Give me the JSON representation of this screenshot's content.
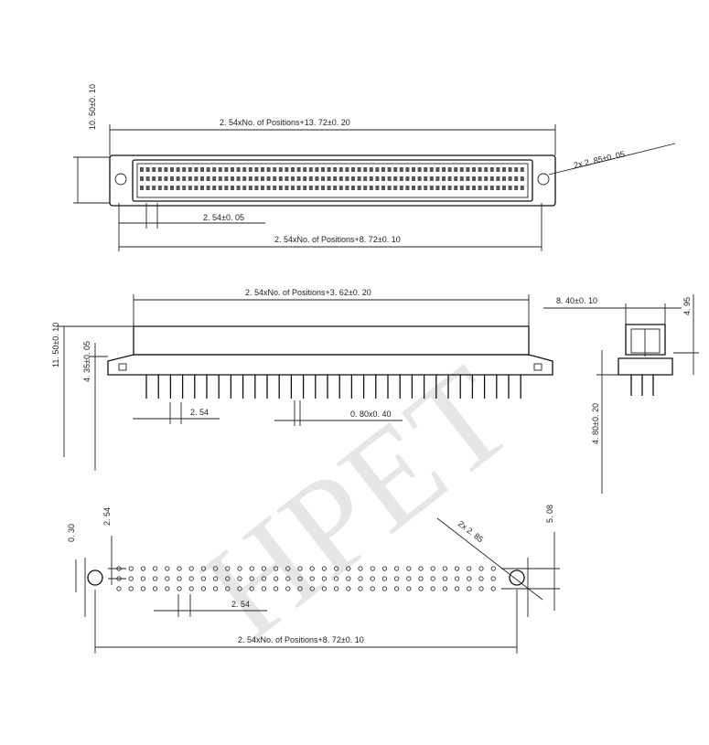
{
  "watermark": "HPET",
  "top_view": {
    "height_dim": "10. 50±0. 10",
    "overall_width_dim": "2. 54xNo. of Positions+13. 72±0. 20",
    "hole_dim": "2x 2. 85±0. 05",
    "pitch_dim": "2. 54±0. 05",
    "pin_span_dim": "2. 54xNo. of Positions+8. 72±0. 10"
  },
  "front_view": {
    "body_width_dim": "2. 54xNo. of Positions+3. 62±0. 20",
    "total_height_dim": "11. 50±0. 10",
    "flange_height_dim": "4. 35±0. 05",
    "pitch_dim": "2. 54",
    "pin_section_dim": "0. 80x0. 40"
  },
  "side_view": {
    "width_dim": "8. 40±0. 10",
    "top_dim": "4. 95",
    "tail_dim": "4. 80±0. 20"
  },
  "bottom_view": {
    "edge_dim": "0. 30",
    "row_pitch_dim": "2. 54",
    "hole_dim": "2x 2. 85",
    "right_dim": "5. 08",
    "col_pitch_dim": "2. 54",
    "pin_span_dim": "2. 54xNo. of Positions+8. 72±0. 10"
  }
}
